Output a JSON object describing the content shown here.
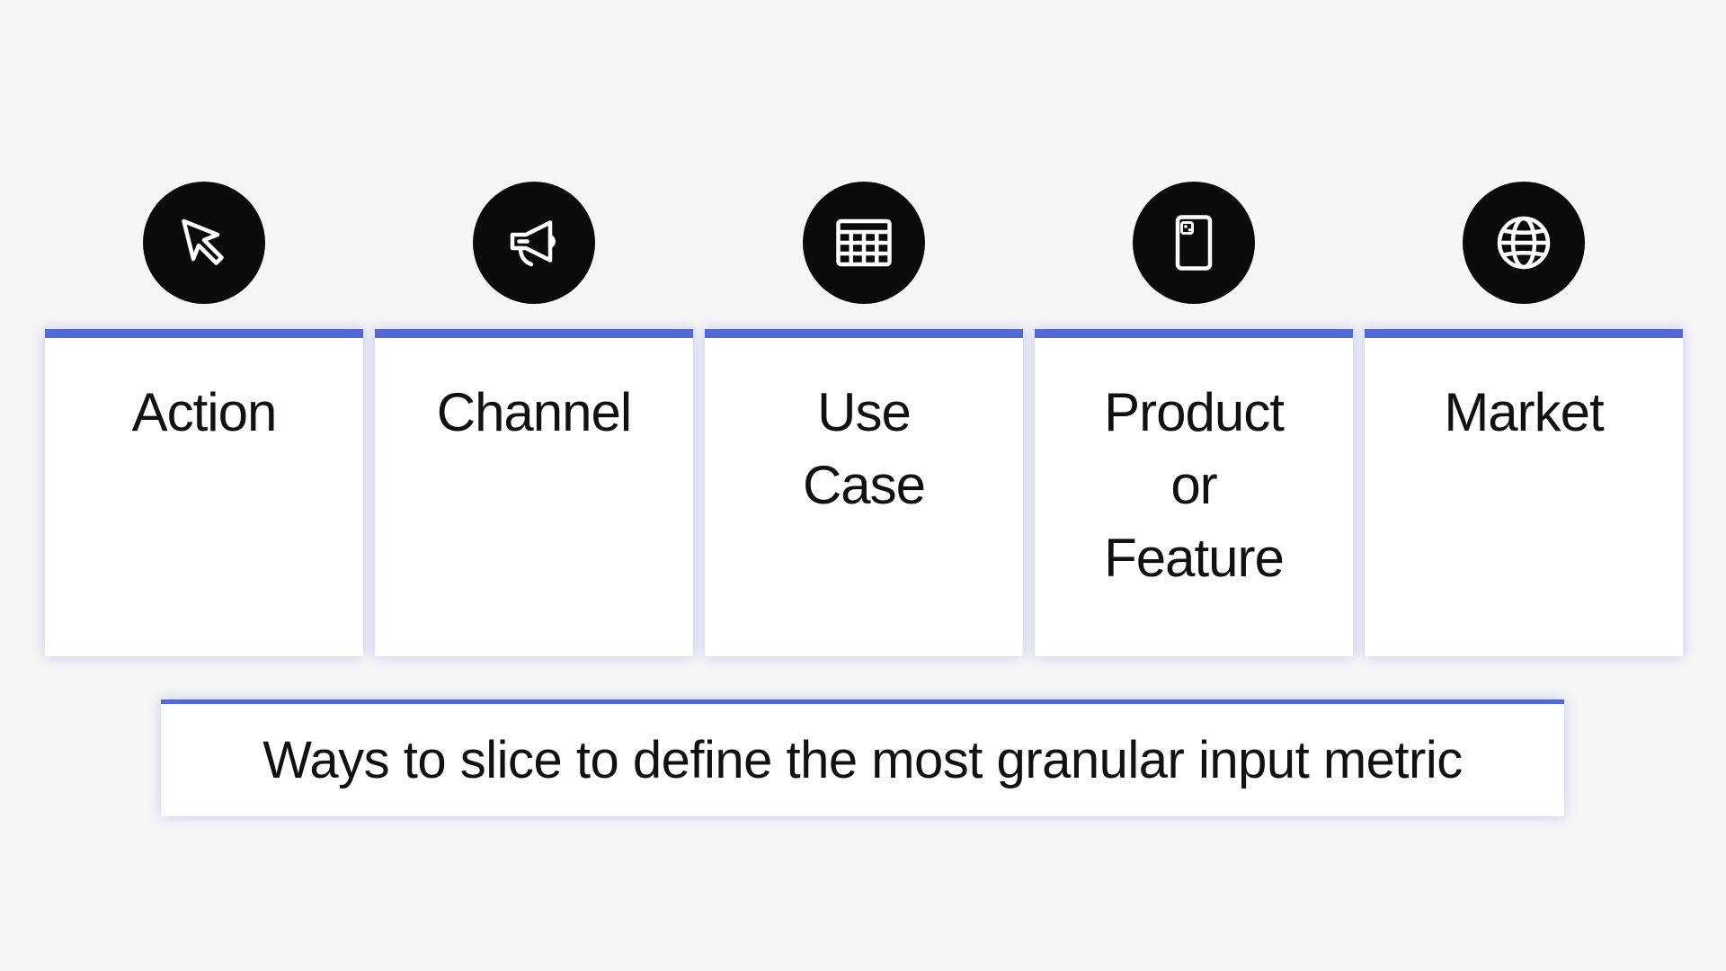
{
  "categories": [
    {
      "label": "Action",
      "icon": "cursor-icon"
    },
    {
      "label": "Channel",
      "icon": "megaphone-icon"
    },
    {
      "label": "Use\nCase",
      "icon": "calendar-grid-icon"
    },
    {
      "label": "Product\nor\nFeature",
      "icon": "phone-icon"
    },
    {
      "label": "Market",
      "icon": "globe-icon"
    }
  ],
  "caption": "Ways to slice to define the most granular input metric",
  "colors": {
    "accent": "#5069d6",
    "icon_background": "#0b0b0b",
    "card_background": "#ffffff",
    "page_background": "#f6f6f6"
  }
}
